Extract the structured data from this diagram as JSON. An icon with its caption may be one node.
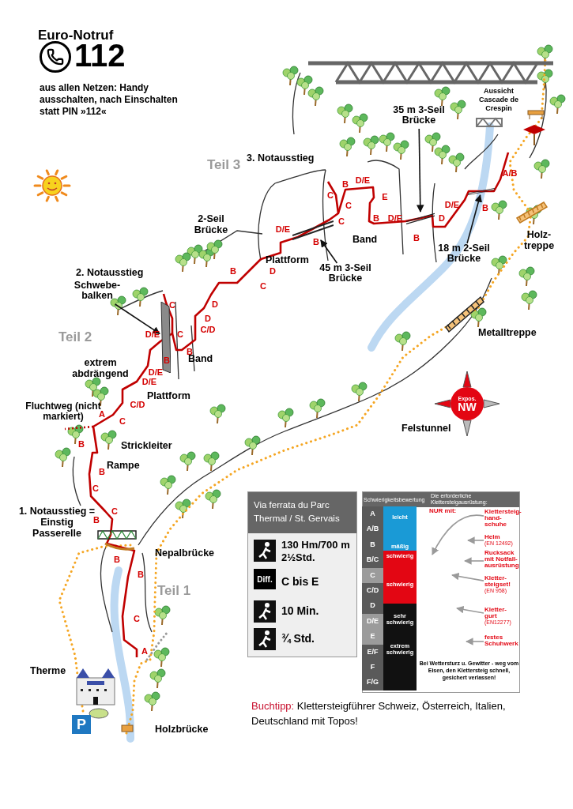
{
  "diagram": {
    "nodes": [
      {
        "text": [
          "Schwebe- balken"
        ]
      },
      {
        "text": [],
        "shape": "bar"
      },
      {
        "text": [
          "45 m 3-Seil Brücke"
        ]
      },
      {
        "text": [],
        "shape": "bar"
      },
      {
        "text": [
          "35 m 3-Seil Brücke"
        ]
      },
      {
        "text": [],
        "shape": "bar"
      },
      {
        "text": [
          "18 m 2-Seil Brücke"
        ]
      },
      {
        "text": [],
        "shape": "bar"
      },
      {
        "text": [
          "Expos.",
          "NW"
        ]
      },
      {
        "text": [
          "P"
        ]
      },
      {
        "text": [
          "Via ferrata du Parc Thermal / St. Gervais",
          "130 Hm/700 m 2½Std.",
          "C bis E",
          "10 Min.",
          "¾ Std."
        ]
      },
      {
        "text": [
          "Diff."
        ],
        "in": 10
      },
      {
        "text": [
          "Schwierigkeitsbewertung",
          "Die erforderliche Klettersteigausrüstung:",
          "Bei Wettersturz u. Gewitter - weg vom Eisen, den Klettersteig schnell, gesichert verlassen!"
        ]
      },
      {
        "text": [
          "Klettersteig- hand- schuhe"
        ],
        "in": 12
      },
      {
        "text": [
          "Helm",
          "(EN 12492)"
        ],
        "in": 12
      },
      {
        "text": [
          "Rucksack mit Notfall- ausrüstung"
        ],
        "in": 12
      },
      {
        "text": [
          "Kletter- steigset!",
          "(EN 958)"
        ],
        "in": 12
      },
      {
        "text": [
          "Kletter- gurt",
          "(EN12277)"
        ],
        "in": 12
      },
      {
        "text": [
          "festes Schuhwerk"
        ],
        "in": 12
      }
    ],
    "edges": [
      {
        "from": 0,
        "to": 1,
        "arrow": "to",
        "color": "#111111"
      },
      {
        "from": 2,
        "to": 3,
        "arrow": "to",
        "color": "#111111"
      },
      {
        "from": 4,
        "to": 5,
        "arrow": "to",
        "color": "#111111"
      },
      {
        "from": 6,
        "to": 7,
        "arrow": "to",
        "color": "#111111"
      },
      {
        "from": 13,
        "to": null,
        "arrow": "to",
        "color": "#9a9a9a"
      },
      {
        "from": 14,
        "to": null,
        "arrow": "to",
        "color": "#9a9a9a"
      },
      {
        "from": 15,
        "to": null,
        "arrow": "to",
        "color": "#9a9a9a"
      },
      {
        "from": 16,
        "to": null,
        "arrow": "to",
        "color": "#9a9a9a"
      },
      {
        "from": 17,
        "to": null,
        "arrow": "to",
        "color": "#9a9a9a"
      },
      {
        "from": 18,
        "to": null,
        "arrow": "to",
        "color": "#9a9a9a"
      }
    ],
    "labels": [
      "Euro-Notruf",
      "112",
      "aus allen Netzen: Handy ausschalten, nach Einschalten statt PIN »112«",
      "Aussicht Cascade de Crespin",
      "3. Notausstieg",
      "Teil 3",
      "2-Seil Brücke",
      "Band",
      "Plattform",
      "Holz- treppe",
      "2. Notausstieg",
      "Teil 2",
      "Metalltreppe",
      "Band",
      "extrem abdrängend",
      "Plattform",
      "Fluchtweg (nicht markiert)",
      "Strickleiter",
      "Felstunnel",
      "Rampe",
      "1. Notausstieg = Einstig Passerelle",
      "Nepalbrücke",
      "Teil 1",
      "Therme",
      "Holzbrücke",
      "A/B",
      "D/E",
      "B",
      "C",
      "E",
      "B",
      "C",
      "D/E",
      "B",
      "D/E",
      "D",
      "C",
      "D/E",
      "B",
      "B",
      "D",
      "B",
      "C",
      "D",
      "C",
      "D",
      "C/D",
      "D/E",
      "C",
      "B",
      "B",
      "D/E",
      "D/E",
      "C/D",
      "A",
      "C",
      "B",
      "B",
      "C",
      "C",
      "B",
      "B",
      "B",
      "C",
      "A",
      "NUR mit:",
      "A",
      "A/B",
      "B",
      "B/C",
      "C",
      "C/D",
      "D",
      "D/E",
      "E",
      "E/F",
      "F",
      "F/G",
      "leicht",
      "mäßig",
      "schwierig",
      "schwierig",
      "sehr schwierig",
      "extrem schwierig",
      "Buchtipp:",
      "Klettersteigführer Schweiz, Österreich, Italien, Deutschland mit Topos!"
    ]
  }
}
